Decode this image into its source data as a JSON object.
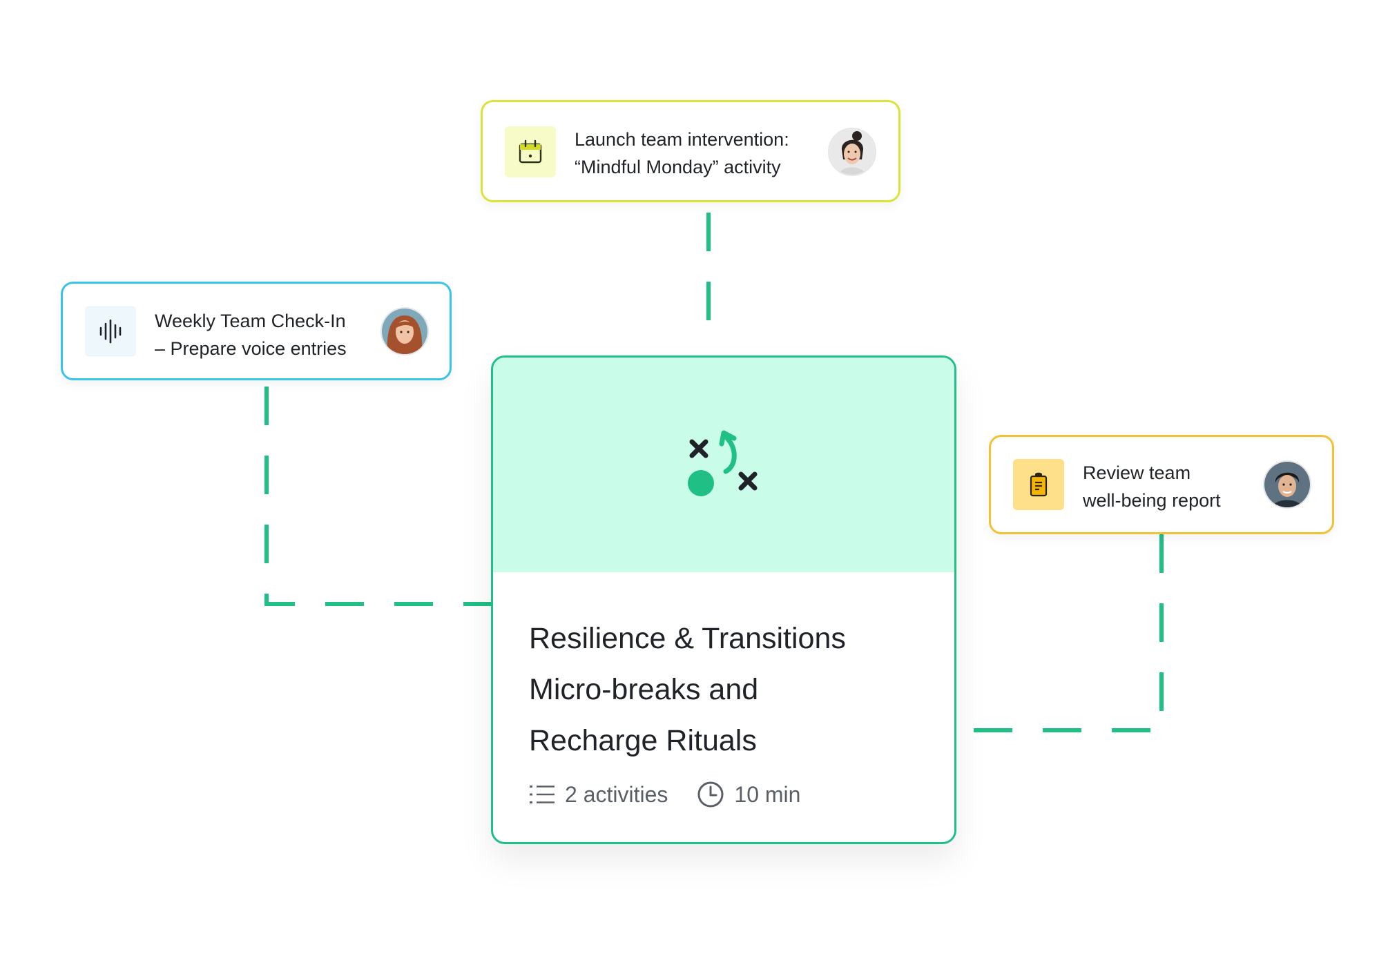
{
  "tasks": {
    "voice": {
      "icon": "voice-waveform-icon",
      "lines": [
        "Weekly Team Check-In",
        "– Prepare voice entries"
      ],
      "accent": "#38c3ea",
      "avatar": "woman-red-hair-avatar"
    },
    "launch": {
      "icon": "calendar-icon",
      "lines": [
        "Launch team intervention:",
        "“Mindful Monday” activity"
      ],
      "accent": "#dce23a",
      "avatar": "woman-smiling-avatar"
    },
    "report": {
      "icon": "clipboard-icon",
      "lines": [
        "Review team",
        "well-being report"
      ],
      "accent": "#f1c232",
      "avatar": "man-dark-hair-avatar"
    }
  },
  "main_card": {
    "icon": "strategy-play-icon",
    "title_lines": [
      "Resilience & Transitions",
      "Micro-breaks and",
      "Recharge Rituals"
    ],
    "activities": "2 activities",
    "duration": "10 min",
    "banner_color": "#c9fce9",
    "border_color": "#1fbf86"
  },
  "connector_color": "#1fbf86"
}
